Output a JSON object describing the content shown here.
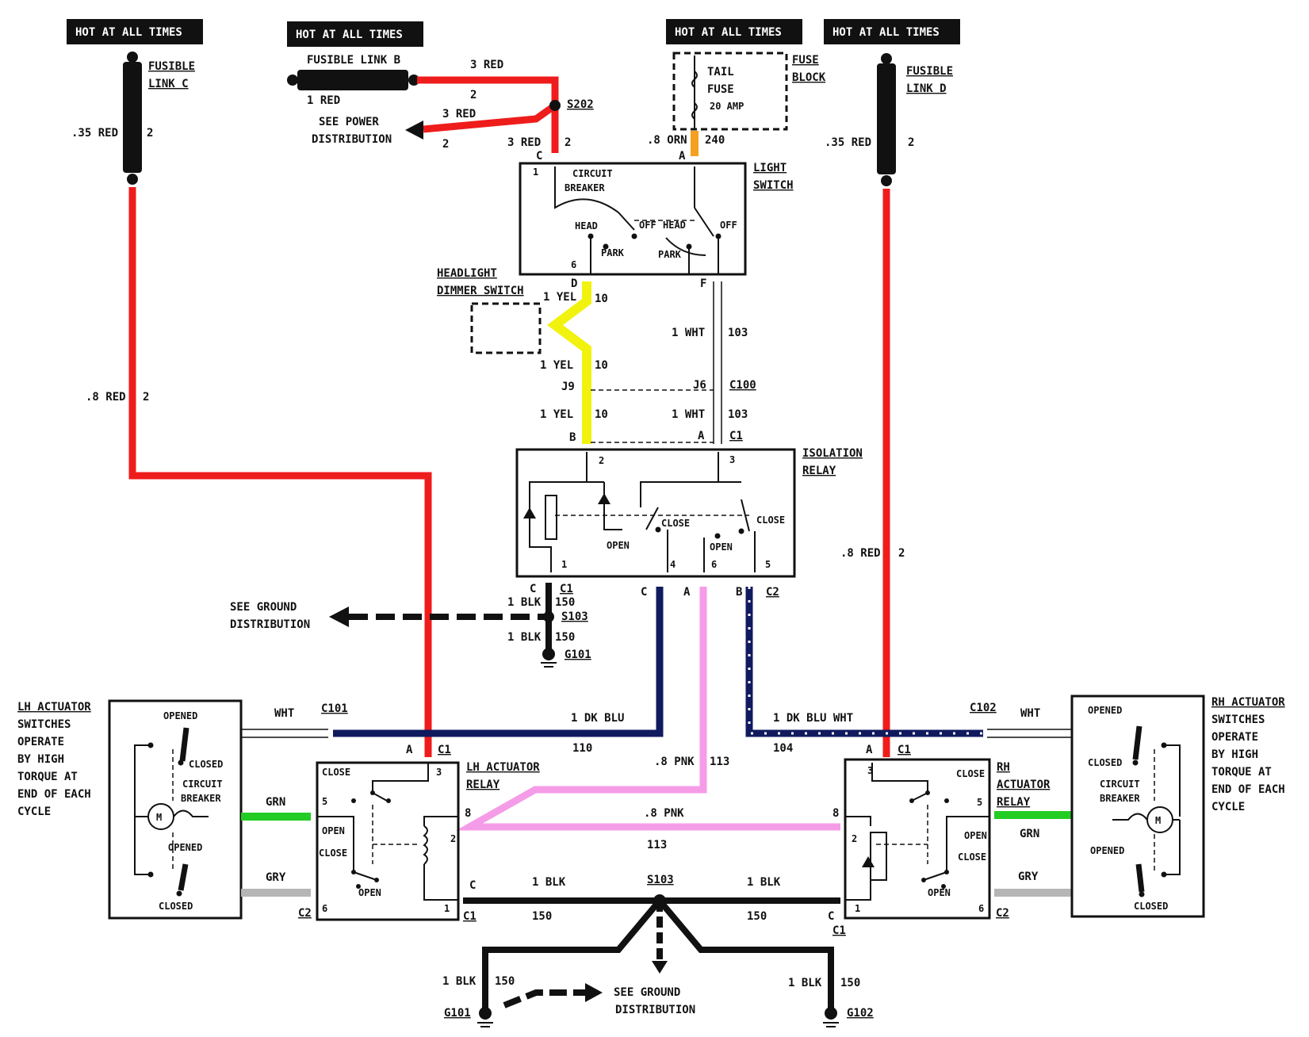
{
  "colors": {
    "red": "#ef1c1c",
    "black": "#111111",
    "dk_blu": "#101a5e",
    "pink": "#f59ce8",
    "yellow": "#f2f20f",
    "green": "#22cc22",
    "gray": "#b5b5b5",
    "orange": "#f5a020"
  },
  "headers": {
    "hot1": "HOT AT ALL TIMES",
    "hot2": "HOT AT ALL TIMES",
    "hot3": "HOT AT ALL TIMES",
    "hot4": "HOT AT ALL TIMES"
  },
  "labels": {
    "fusible_link_c_1": "FUSIBLE",
    "fusible_link_c_2": "LINK C",
    "fusible_link_b": "FUSIBLE LINK B",
    "fusible_link_d_1": "FUSIBLE",
    "fusible_link_d_2": "LINK D",
    "fuse_block_1": "FUSE",
    "fuse_block_2": "BLOCK",
    "tail_fuse_1": "TAIL",
    "tail_fuse_2": "FUSE",
    "tail_fuse_3": "20 AMP",
    "light_switch_1": "LIGHT",
    "light_switch_2": "SWITCH",
    "circuit_breaker_1": "CIRCUIT",
    "circuit_breaker_2": "BREAKER",
    "head1": "HEAD",
    "off1": "OFF",
    "head2": "HEAD",
    "off2": "OFF",
    "park1": "PARK",
    "park2": "PARK",
    "dimmer_1": "HEADLIGHT",
    "dimmer_2": "DIMMER SWITCH",
    "isolation_1": "ISOLATION",
    "isolation_2": "RELAY",
    "close1": "CLOSE",
    "close2": "CLOSE",
    "open1": "OPEN",
    "open2": "OPEN",
    "see_power_1": "SEE POWER",
    "see_power_2": "DISTRIBUTION",
    "see_ground_1": "SEE GROUND",
    "see_ground_2": "DISTRIBUTION",
    "see_ground_3": "SEE GROUND",
    "see_ground_4": "DISTRIBUTION",
    "lh_act_sw": [
      "LH ACTUATOR",
      "SWITCHES",
      "OPERATE",
      "BY HIGH",
      "TORQUE AT",
      "END OF EACH",
      "CYCLE"
    ],
    "rh_act_sw": [
      "RH ACTUATOR",
      "SWITCHES",
      "OPERATE",
      "BY HIGH",
      "TORQUE AT",
      "END OF EACH",
      "CYCLE"
    ],
    "lh_relay_1": "LH ACTUATOR",
    "lh_relay_2": "RELAY",
    "rh_relay_1": "RH",
    "rh_relay_2": "ACTUATOR",
    "rh_relay_3": "RELAY",
    "opened": "OPENED",
    "closed": "CLOSED",
    "cb1": "CIRCUIT",
    "cb2": "BREAKER",
    "motor": "M",
    "relay_close": "CLOSE",
    "relay_open": "OPEN"
  },
  "wires": {
    "w035red_l": ".35 RED",
    "w2_a": "2",
    "w8red_l": ".8 RED",
    "w2_b": "2",
    "w3red_a": "3 RED",
    "w2_c": "2",
    "w1red": "1 RED",
    "w3red_b": "3 RED",
    "w2_d": "2",
    "w3red_c": "3 RED",
    "w2_e": "2",
    "w8orn": ".8 ORN",
    "w240": "240",
    "w035red_r": ".35 RED",
    "w2_f": "2",
    "w8red_r": ".8 RED",
    "w2_g": "2",
    "w1yel_a": "1 YEL",
    "w10_a": "10",
    "w1yel_b": "1 YEL",
    "w10_b": "10",
    "w1yel_c": "1 YEL",
    "w10_c": "10",
    "w1wht_a": "1 WHT",
    "w103_a": "103",
    "w1wht_b": "1 WHT",
    "w103_b": "103",
    "w1blk_a": "1 BLK",
    "w150_a": "150",
    "w1blk_b": "1 BLK",
    "w150_b": "150",
    "w1dkblu": "1 DK BLU",
    "w110": "110",
    "w1dkbluwht": "1 DK BLU WHT",
    "w104": "104",
    "w8pnk_a": ".8 PNK",
    "w113_a": "113",
    "w8pnk_b": ".8 PNK",
    "w113_b": "113",
    "wwht_l": "WHT",
    "wwht_r": "WHT",
    "wgrn_l": "GRN",
    "wgrn_r": "GRN",
    "wgry_l": "GRY",
    "wgry_r": "GRY",
    "w1blk_c": "1 BLK",
    "w150_c": "150",
    "w1blk_d": "1 BLK",
    "w150_d": "150",
    "w1blk_e": "1 BLK",
    "w150_e": "150",
    "w1blk_f": "1 BLK",
    "w150_f": "150"
  },
  "connectors": {
    "s202": "S202",
    "s103_a": "S103",
    "s103_b": "S103",
    "g101_a": "G101",
    "g101_b": "G101",
    "g102": "G102",
    "c100": "C100",
    "j9": "J9",
    "j6": "J6",
    "c1_a": "C1",
    "c1_b": "C1",
    "c2_a": "C2",
    "c101": "C101",
    "c102": "C102",
    "c1_lh": "C1",
    "c1_rh": "C1",
    "c2_lh": "C2",
    "c2_rh": "C2",
    "c1_lhb": "C1",
    "c1_rhb": "C1",
    "pin_c_ls": "C",
    "pin_a_ls": "A",
    "pin_1_ls": "1",
    "pin_6_ls": "6",
    "pin_d_ls": "D",
    "pin_f_ls": "F",
    "pin_b_ir": "B",
    "pin_a_ir": "A",
    "pin_2_ir": "2",
    "pin_3_ir": "3",
    "pin_1_ir": "1",
    "pin_4_ir": "4",
    "pin_6_ir": "6",
    "pin_5_ir": "5",
    "pin_c_ir": "C",
    "pin_c2_ir": "C",
    "pin_a2_ir": "A",
    "pin_b2_ir": "B",
    "lh_a": "A",
    "lh_3": "3",
    "lh_5": "5",
    "lh_2": "2",
    "lh_8": "8",
    "lh_6": "6",
    "lh_1": "1",
    "lh_c": "C",
    "rh_a": "A",
    "rh_3": "3",
    "rh_5": "5",
    "rh_2": "2",
    "rh_8": "8",
    "rh_6": "6",
    "rh_1": "1",
    "rh_c": "C"
  }
}
